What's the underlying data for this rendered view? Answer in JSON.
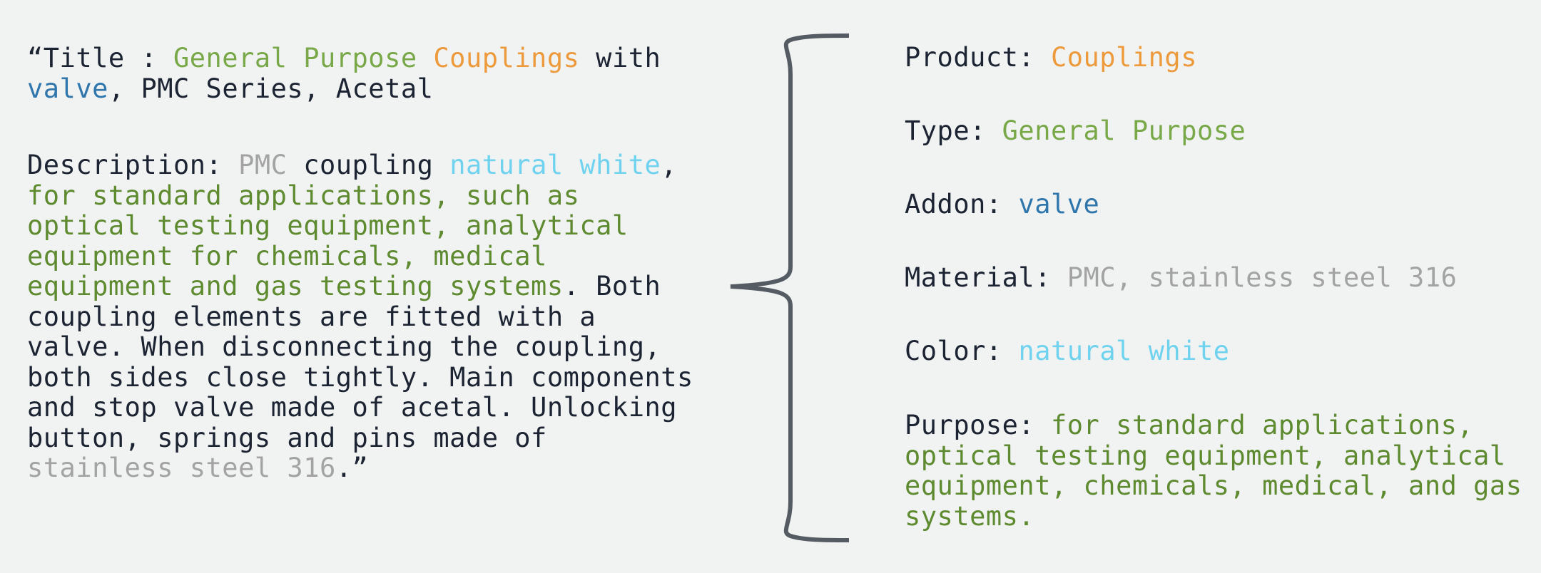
{
  "colors": {
    "default": "#1c2433",
    "type_green": "#78a848",
    "product_orange": "#ec9a3c",
    "addon_blue": "#2f76ad",
    "color_cyan": "#6fd2ef",
    "material_gray": "#a3a3a3",
    "purpose_green": "#5e8a30",
    "brace": "#555b63"
  },
  "left_title_lines": [
    [
      {
        "text": "“Title : ",
        "style": "default"
      },
      {
        "text": "General Purpose",
        "style": "type_green"
      },
      {
        "text": " ",
        "style": "default"
      },
      {
        "text": "Couplings",
        "style": "product_orange"
      },
      {
        "text": " with",
        "style": "default"
      }
    ],
    [
      {
        "text": "valve",
        "style": "addon_blue"
      },
      {
        "text": ", PMC Series, Acetal",
        "style": "default"
      }
    ]
  ],
  "left_description_lines": [
    [
      {
        "text": "Description: ",
        "style": "default"
      },
      {
        "text": "PMC",
        "style": "material_gray"
      },
      {
        "text": " coupling ",
        "style": "default"
      },
      {
        "text": "natural white",
        "style": "color_cyan"
      },
      {
        "text": ",",
        "style": "default"
      }
    ],
    [
      {
        "text": "for standard applications, such as",
        "style": "purpose_green"
      }
    ],
    [
      {
        "text": "optical testing equipment, analytical",
        "style": "purpose_green"
      }
    ],
    [
      {
        "text": "equipment for chemicals, medical",
        "style": "purpose_green"
      }
    ],
    [
      {
        "text": "equipment and gas testing systems",
        "style": "purpose_green"
      },
      {
        "text": ". Both",
        "style": "default"
      }
    ],
    [
      {
        "text": "coupling elements are fitted with a",
        "style": "default"
      }
    ],
    [
      {
        "text": "valve. When disconnecting the coupling,",
        "style": "default"
      }
    ],
    [
      {
        "text": "both sides close tightly. Main components",
        "style": "default"
      }
    ],
    [
      {
        "text": "and stop valve made of acetal. Unlocking",
        "style": "default"
      }
    ],
    [
      {
        "text": "button, springs and pins made of",
        "style": "default"
      }
    ],
    [
      {
        "text": "stainless steel 316",
        "style": "material_gray"
      },
      {
        "text": ".”",
        "style": "default"
      }
    ]
  ],
  "attributes": [
    {
      "key": "product",
      "lines": [
        [
          {
            "text": "Product: ",
            "style": "default"
          },
          {
            "text": "Couplings",
            "style": "product_orange"
          }
        ]
      ]
    },
    {
      "key": "type",
      "lines": [
        [
          {
            "text": "Type: ",
            "style": "default"
          },
          {
            "text": "General Purpose",
            "style": "type_green"
          }
        ]
      ]
    },
    {
      "key": "addon",
      "lines": [
        [
          {
            "text": "Addon: ",
            "style": "default"
          },
          {
            "text": "valve",
            "style": "addon_blue"
          }
        ]
      ]
    },
    {
      "key": "material",
      "lines": [
        [
          {
            "text": "Material: ",
            "style": "default"
          },
          {
            "text": "PMC, stainless steel 316",
            "style": "material_gray"
          }
        ]
      ]
    },
    {
      "key": "color",
      "lines": [
        [
          {
            "text": "Color: ",
            "style": "default"
          },
          {
            "text": "natural white",
            "style": "color_cyan"
          }
        ]
      ]
    },
    {
      "key": "purpose",
      "lines": [
        [
          {
            "text": "Purpose: ",
            "style": "default"
          },
          {
            "text": "for standard applications,",
            "style": "purpose_green"
          }
        ],
        [
          {
            "text": "optical testing equipment, analytical",
            "style": "purpose_green"
          }
        ],
        [
          {
            "text": "equipment, chemicals, medical, and gas",
            "style": "purpose_green"
          }
        ],
        [
          {
            "text": "systems.",
            "style": "purpose_green"
          }
        ]
      ]
    }
  ]
}
